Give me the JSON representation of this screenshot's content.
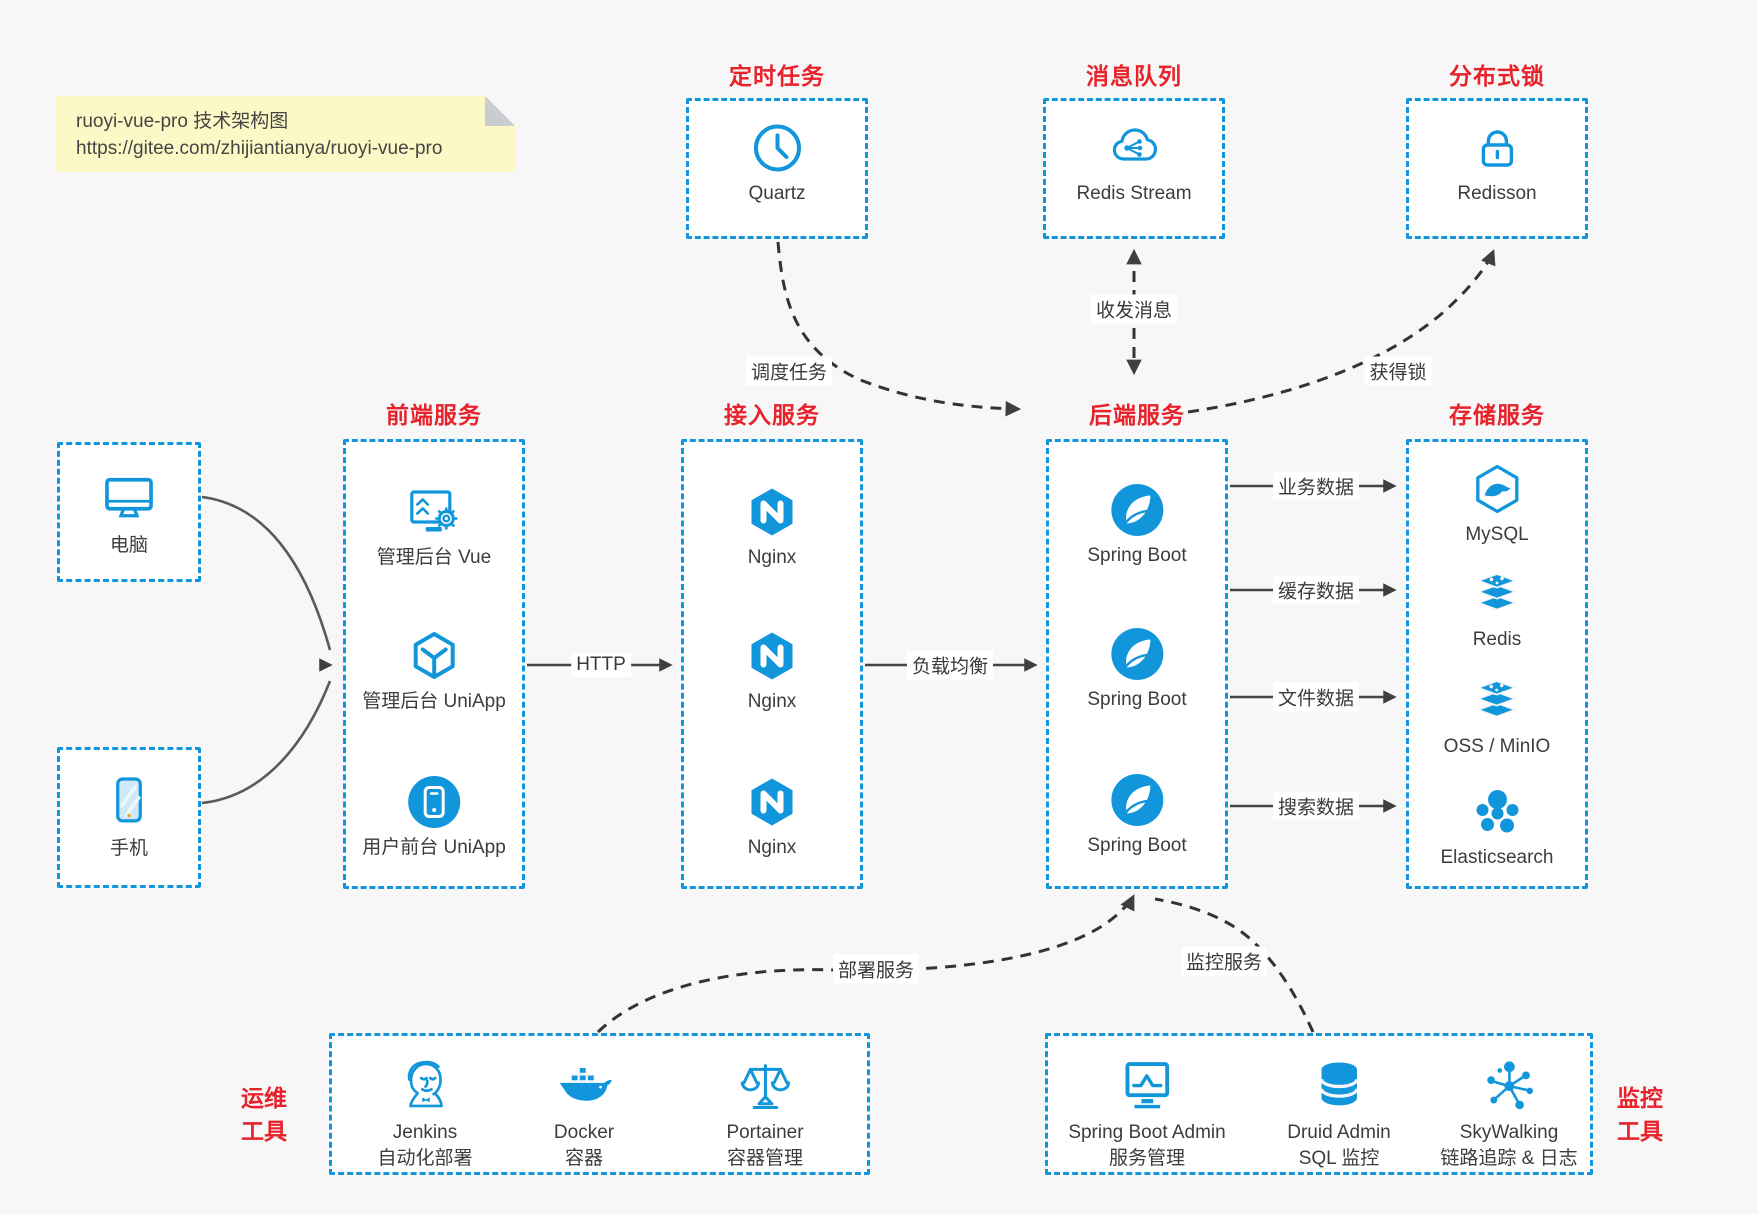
{
  "colors": {
    "accent_blue": "#1296db",
    "accent_red": "#e8222b",
    "background": "#f7f7f8",
    "note_background": "#fcf9c6",
    "arrow_dark": "#3f3f3f"
  },
  "note": {
    "line1": "ruoyi-vue-pro 技术架构图",
    "line2": "https://gitee.com/zhijiantianya/ruoyi-vue-pro"
  },
  "clients": [
    {
      "icon": "desktop-icon",
      "label": "电脑"
    },
    {
      "icon": "smartphone-icon",
      "label": "手机"
    }
  ],
  "top_groups": [
    {
      "title": "定时任务",
      "items": [
        {
          "icon": "clock-icon",
          "label": "Quartz"
        }
      ]
    },
    {
      "title": "消息队列",
      "items": [
        {
          "icon": "cloud-share-icon",
          "label": "Redis Stream"
        }
      ]
    },
    {
      "title": "分布式锁",
      "items": [
        {
          "icon": "lock-icon",
          "label": "Redisson"
        }
      ]
    }
  ],
  "middle_groups": [
    {
      "title": "前端服务",
      "items": [
        {
          "icon": "admin-vue-icon",
          "label": "管理后台 Vue"
        },
        {
          "icon": "uniapp-cube-icon",
          "label": "管理后台 UniApp"
        },
        {
          "icon": "mobile-app-icon",
          "label": "用户前台 UniApp"
        }
      ]
    },
    {
      "title": "接入服务",
      "items": [
        {
          "icon": "nginx-icon",
          "label": "Nginx"
        },
        {
          "icon": "nginx-icon",
          "label": "Nginx"
        },
        {
          "icon": "nginx-icon",
          "label": "Nginx"
        }
      ]
    },
    {
      "title": "后端服务",
      "items": [
        {
          "icon": "spring-boot-icon",
          "label": "Spring Boot"
        },
        {
          "icon": "spring-boot-icon",
          "label": "Spring Boot"
        },
        {
          "icon": "spring-boot-icon",
          "label": "Spring Boot"
        }
      ]
    },
    {
      "title": "存储服务",
      "items": [
        {
          "icon": "mysql-icon",
          "label": "MySQL"
        },
        {
          "icon": "redis-stack-icon",
          "label": "Redis"
        },
        {
          "icon": "storage-stack-icon",
          "label": "OSS / MinIO"
        },
        {
          "icon": "elasticsearch-icon",
          "label": "Elasticsearch"
        }
      ]
    }
  ],
  "bottom_groups": [
    {
      "side_label": "运维\n工具",
      "items": [
        {
          "icon": "jenkins-icon",
          "label": "Jenkins",
          "sublabel": "自动化部署"
        },
        {
          "icon": "docker-icon",
          "label": "Docker",
          "sublabel": "容器"
        },
        {
          "icon": "portainer-icon",
          "label": "Portainer",
          "sublabel": "容器管理"
        }
      ]
    },
    {
      "side_label": "监控\n工具",
      "items": [
        {
          "icon": "spring-boot-admin-icon",
          "label": "Spring Boot Admin",
          "sublabel": "服务管理"
        },
        {
          "icon": "druid-icon",
          "label": "Druid Admin",
          "sublabel": "SQL 监控"
        },
        {
          "icon": "skywalking-icon",
          "label": "SkyWalking",
          "sublabel": "链路追踪 & 日志"
        }
      ]
    }
  ],
  "edge_labels": {
    "http": "HTTP",
    "load_balance": "负载均衡",
    "business_data": "业务数据",
    "cache_data": "缓存数据",
    "file_data": "文件数据",
    "search_data": "搜索数据",
    "schedule_task": "调度任务",
    "send_receive_message": "收发消息",
    "acquire_lock": "获得锁",
    "deploy_service": "部署服务",
    "monitor_service": "监控服务"
  }
}
